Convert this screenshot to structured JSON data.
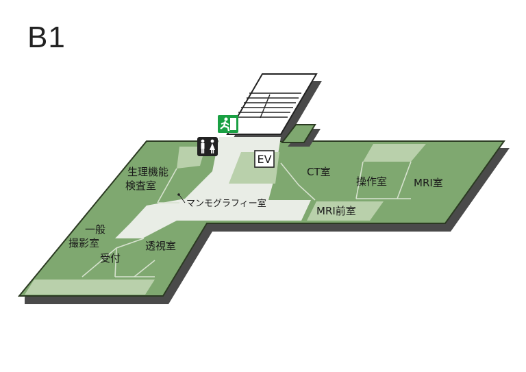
{
  "floor": {
    "label": "B1"
  },
  "rooms": {
    "physiology_line1": "生理機能",
    "physiology_line2": "検査室",
    "general_line1": "一般",
    "general_line2": "撮影室",
    "reception": "受付",
    "fluoroscopy": "透視室",
    "mammography": "マンモグラフィー室",
    "ct": "CT室",
    "control": "操作室",
    "mri": "MRI室",
    "mri_front": "MRI前室",
    "elevator": "EV"
  },
  "icons": {
    "restroom": "restroom-icon",
    "emergency_exit": "emergency-exit-icon",
    "stairs": "stairs-icon"
  },
  "colors": {
    "room_green": "#7fa870",
    "room_dark": "#6f9a61",
    "corridor": "#e9ede6",
    "light_zone": "#b9d0ab",
    "shadow": "#4a4a4a",
    "outline": "#2b3a22",
    "exit_green": "#1aa043"
  }
}
